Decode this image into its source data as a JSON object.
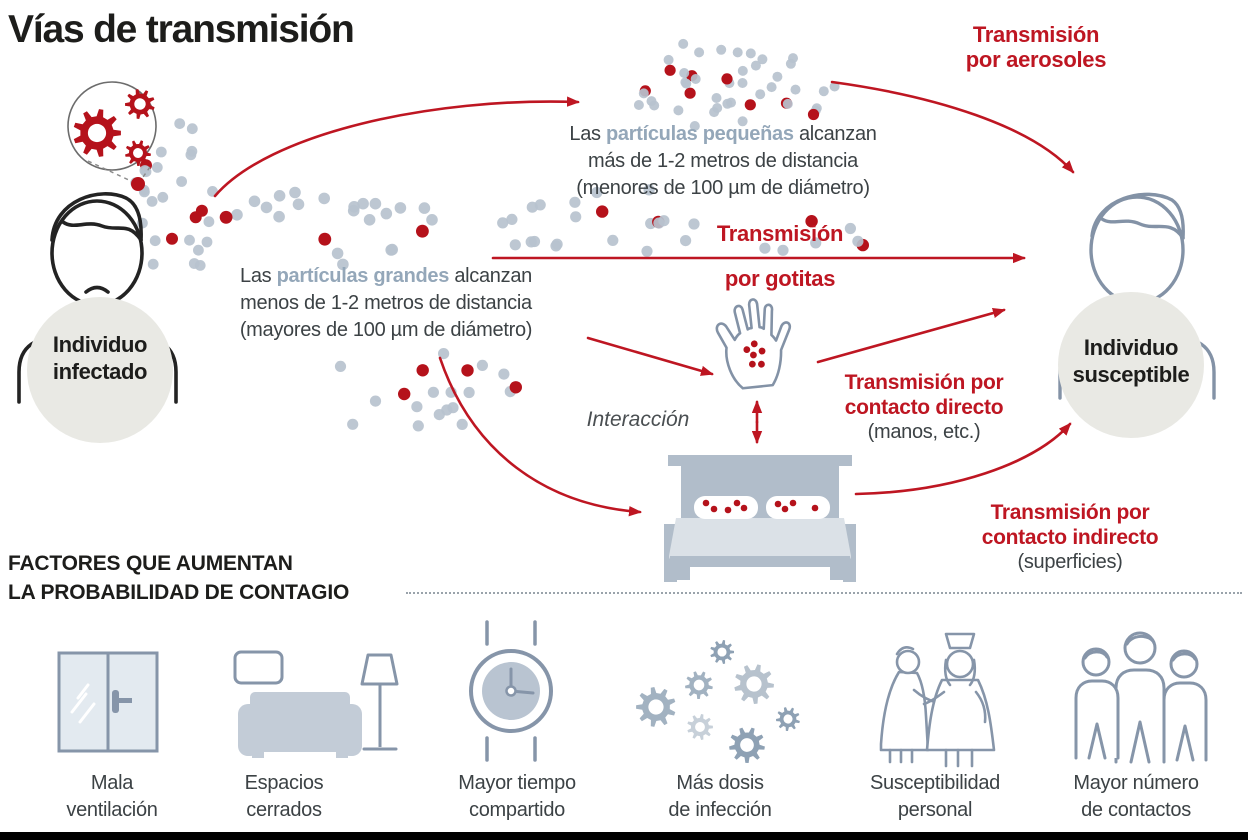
{
  "title": "Vías de transmisión",
  "colors": {
    "accent_red": "#be1622",
    "virus_red": "#b5121b",
    "highlight_blue_gray": "#94a7b9",
    "particle_gray": "#b7c2ce",
    "icon_stroke": "#8695a9",
    "ink": "#3c4245"
  },
  "infected": {
    "line1": "Individuo",
    "line2": "infectado"
  },
  "susceptible": {
    "line1": "Individuo",
    "line2": "susceptible"
  },
  "small_particles": {
    "prefix": "Las ",
    "highlight": "partículas pequeñas",
    "suffix": " alcanzan",
    "line2": "más de 1-2 metros de distancia",
    "line3": "(menores de 100 µm de diámetro)"
  },
  "large_particles": {
    "prefix": "Las ",
    "highlight": "partículas grandes",
    "suffix": " alcanzan",
    "line2": "menos de 1-2 metros de distancia",
    "line3": "(mayores de 100 µm de diámetro)"
  },
  "routes": {
    "aerosols": {
      "line1": "Transmisión",
      "line2": "por aerosoles"
    },
    "droplets": {
      "line1": "Transmisión",
      "line2": "por gotitas"
    },
    "direct": {
      "line1": "Transmisión por",
      "line2": "contacto directo",
      "note": "(manos, etc.)"
    },
    "indirect": {
      "line1": "Transmisión por",
      "line2": "contacto indirecto",
      "note": "(superficies)"
    }
  },
  "interaction_label": "Interacción",
  "factors": {
    "heading_line1": "FACTORES QUE AUMENTAN",
    "heading_line2": "LA PROBABILIDAD DE CONTAGIO",
    "items": [
      {
        "icon": "window-icon",
        "line1": "Mala",
        "line2": "ventilación"
      },
      {
        "icon": "sofa-icon",
        "line1": "Espacios",
        "line2": "cerrados"
      },
      {
        "icon": "watch-icon",
        "line1": "Mayor tiempo",
        "line2": "compartido"
      },
      {
        "icon": "virus-cluster-icon",
        "line1": "Más dosis",
        "line2": "de infección"
      },
      {
        "icon": "caregiver-icon",
        "line1": "Susceptibilidad",
        "line2": "personal"
      },
      {
        "icon": "people-group-icon",
        "line1": "Mayor número",
        "line2": "de contactos"
      }
    ]
  }
}
